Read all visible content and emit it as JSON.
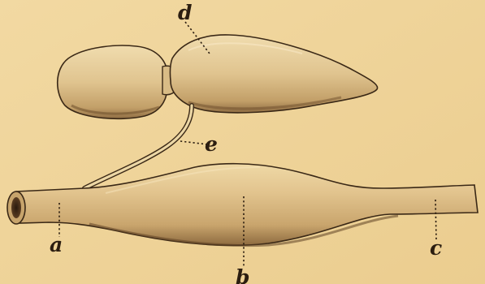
{
  "labels": {
    "a": "a",
    "b": "b",
    "c": "c",
    "d": "d",
    "e": "e"
  },
  "colors": {
    "paper": "#efd49a",
    "ink": "#2b1d10"
  }
}
